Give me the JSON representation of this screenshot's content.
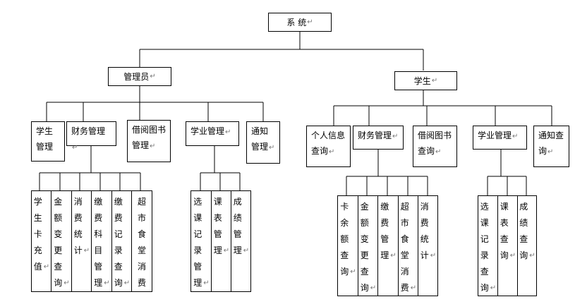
{
  "mark": "↵",
  "nodes": {
    "root": "系 统",
    "admin": "管理员",
    "student": "学生",
    "admin_children": {
      "student_mgmt": "学生管理",
      "finance_mgmt": "财务管理",
      "library_mgmt": "借阅图书管理",
      "academic_mgmt": "学业管理",
      "notice_mgmt": "通知管理"
    },
    "admin_finance_leaves": [
      "学生卡充值",
      "金额变更查询",
      "消费统计",
      "缴费科目管理",
      "缴费记录查询",
      "超市食堂消费"
    ],
    "admin_academic_leaves": [
      "选课记录管理",
      "课表管理",
      "成绩管理"
    ],
    "student_children": {
      "personal_info": "个人信息查询",
      "finance_mgmt": "财务管理",
      "library_query": "借阅图书查询",
      "academic_mgmt": "学业管理",
      "notice_query": "通知查询"
    },
    "student_finance_leaves": [
      "卡余额查询",
      "金额变更查询",
      "缴费管理",
      "超市食堂消费",
      "消费统计"
    ],
    "student_academic_leaves": [
      "选课记录查询",
      "课表查询",
      "成绩查询"
    ]
  }
}
